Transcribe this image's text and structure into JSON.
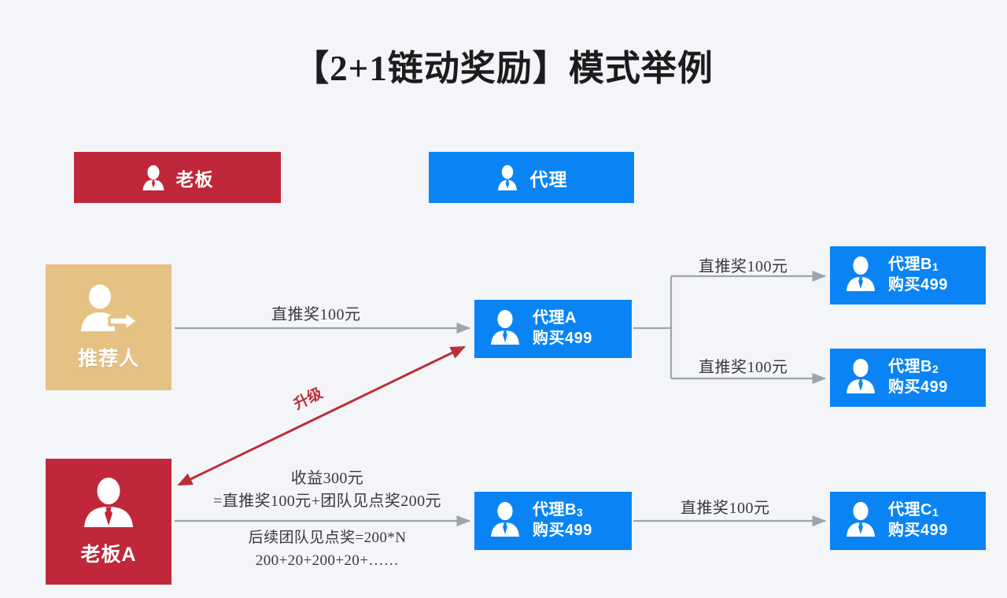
{
  "page": {
    "title": "【2+1链动奖励】模式举例",
    "background_color": "#f4f5f9"
  },
  "colors": {
    "boss_red": "#c0273a",
    "agent_blue": "#0a84f5",
    "referrer_tan": "#e5c183",
    "connector_gray": "#9ea3ad",
    "upgrade_red": "#b9303a",
    "text_dark": "#1c1c1c",
    "label_gray": "#3a3a3a"
  },
  "legend": [
    {
      "id": "boss",
      "label": "老板",
      "color": "#c0273a",
      "icon": "person-icon"
    },
    {
      "id": "agent",
      "label": "代理",
      "color": "#0a84f5",
      "icon": "person-tie-icon"
    }
  ],
  "nodes": {
    "referrer": {
      "label": "推荐人",
      "color": "#e5c183",
      "icon": "person-arrow-icon"
    },
    "bossA": {
      "label": "老板A",
      "color": "#c0273a",
      "icon": "person-tie-icon"
    },
    "agentA": {
      "name": "代理A",
      "name_base": "代理A",
      "name_sub": "",
      "purchase": "购买499",
      "color": "#0a84f5",
      "icon": "person-tie-icon"
    },
    "agentB1": {
      "name": "代理B1",
      "name_base": "代理B",
      "name_sub": "1",
      "purchase": "购买499",
      "color": "#0a84f5",
      "icon": "person-tie-icon"
    },
    "agentB2": {
      "name": "代理B2",
      "name_base": "代理B",
      "name_sub": "2",
      "purchase": "购买499",
      "color": "#0a84f5",
      "icon": "person-tie-icon"
    },
    "agentB3": {
      "name": "代理B3",
      "name_base": "代理B",
      "name_sub": "3",
      "purchase": "购买499",
      "color": "#0a84f5",
      "icon": "person-tie-icon"
    },
    "agentC1": {
      "name": "代理C1",
      "name_base": "代理C",
      "name_sub": "1",
      "purchase": "购买499",
      "color": "#0a84f5",
      "icon": "person-tie-icon"
    }
  },
  "edges": {
    "referrer_to_agentA": "直推奖100元",
    "agentA_to_agentB1": "直推奖100元",
    "agentA_to_agentB2": "直推奖100元",
    "agentB3_to_agentC1": "直推奖100元",
    "upgrade": "升级",
    "boss_earnings_line1": "收益300元",
    "boss_earnings_line2": "=直推奖100元+团队见点奖200元",
    "boss_future_line1": "后续团队见点奖=200*N",
    "boss_future_line2": "200+20+200+20+……"
  }
}
